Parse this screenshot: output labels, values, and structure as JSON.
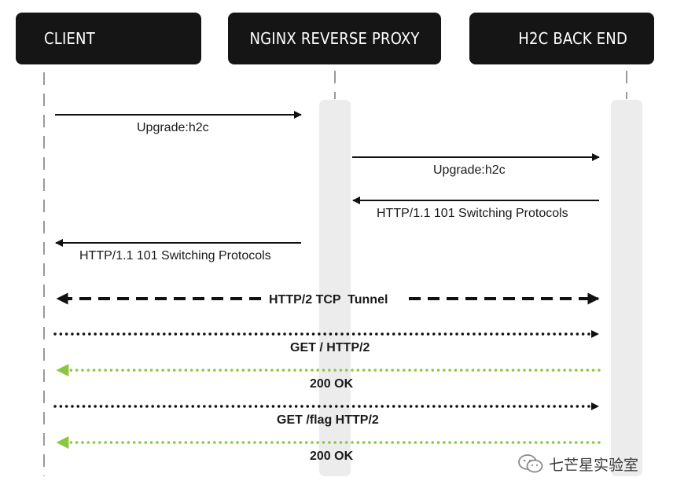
{
  "actors": {
    "client": "CLIENT",
    "proxy": "NGINX REVERSE PROXY",
    "backend": "H2C BACK END"
  },
  "messages": {
    "m1": "Upgrade:h2c",
    "m2": "Upgrade:h2c",
    "m3": "HTTP/1.1 101 Switching Protocols",
    "m4": "HTTP/1.1 101 Switching Protocols",
    "m5": "HTTP/2 TCP  Tunnel",
    "m6": "GET / HTTP/2",
    "m7": "200 OK",
    "m8": "GET /flag HTTP/2",
    "m9": "200 OK"
  },
  "watermark": {
    "text": "七芒星实验室",
    "icon": "wechat-icon"
  },
  "colors": {
    "actor_bg": "#151515",
    "line": "#111111",
    "lifeline": "#9a9a9a",
    "activation": "#ececec",
    "response": "#8cc63f"
  }
}
